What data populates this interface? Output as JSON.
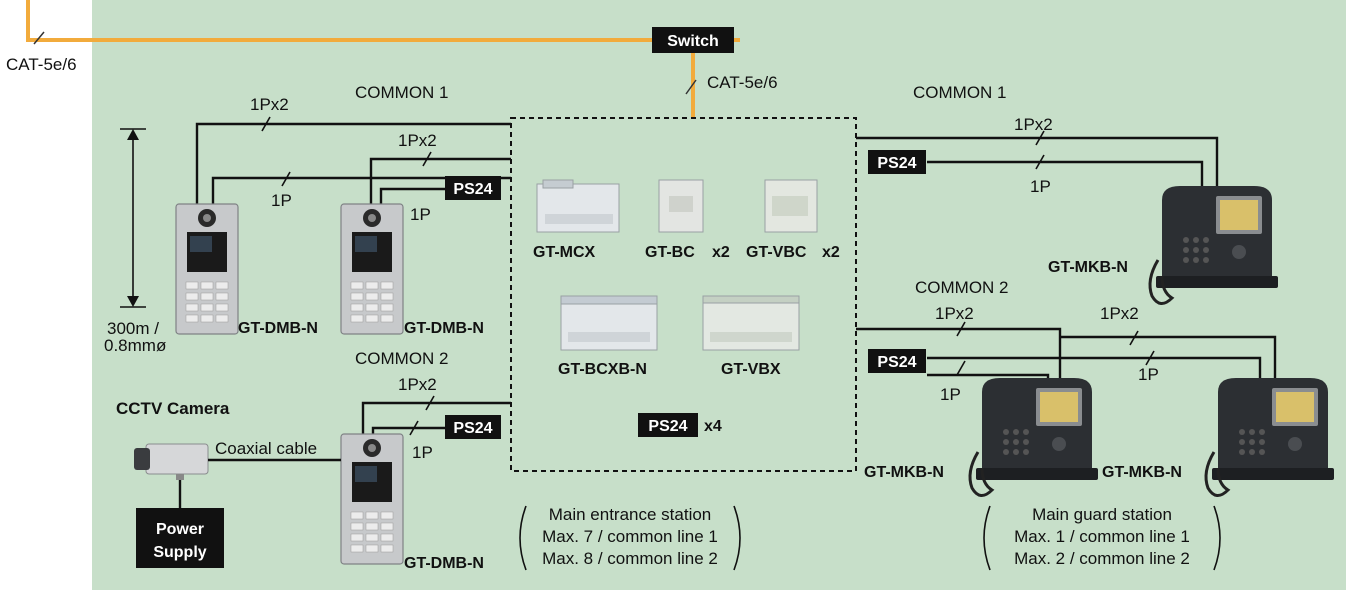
{
  "diagram": {
    "cat_top": "CAT-5e/6",
    "cat_switch": "CAT-5e/6",
    "switch": "Switch",
    "common1_left": "COMMON 1",
    "common1_right": "COMMON 1",
    "common2_left": "COMMON 2",
    "common2_right": "COMMON 2",
    "pair2": "1Px2",
    "pair1": "1P",
    "ps24": "PS24",
    "dmb": "GT-DMB-N",
    "mkb": "GT-MKB-N",
    "distance_line1": "300m /",
    "distance_line2": "0.8mmø",
    "cctv_title": "CCTV Camera",
    "coax": "Coaxial cable",
    "power1": "Power",
    "power2": "Supply",
    "mcx": "GT-MCX",
    "bc": "GT-BC",
    "vbc": "GT-VBC",
    "x2": "x2",
    "bcxb": "GT-BCXB-N",
    "vbx": "GT-VBX",
    "x4": "x4",
    "entrance_title": "Main entrance station",
    "entrance_max1": "Max. 7 / common line 1",
    "entrance_max2": "Max. 8 / common line 2",
    "guard_title": "Main guard station",
    "guard_max1": "Max. 1 / common line 1",
    "guard_max2": "Max. 2 / common line 2"
  },
  "colors": {
    "background": "#c7dfc9",
    "cat_cable": "#f2ab3c",
    "label_box": "#111111"
  }
}
